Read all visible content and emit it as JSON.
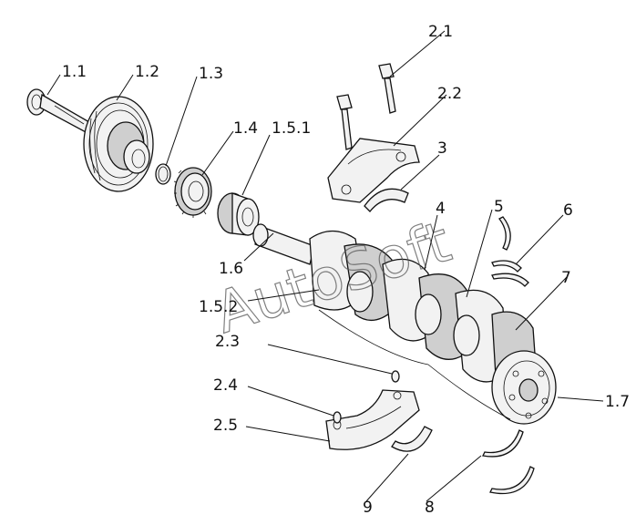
{
  "watermark": "AutoSoft",
  "callouts": {
    "c11": "1.1",
    "c12": "1.2",
    "c13": "1.3",
    "c14": "1.4",
    "c151": "1.5.1",
    "c152": "1.5.2",
    "c16": "1.6",
    "c17": "1.7",
    "c21": "2.1",
    "c22": "2.2",
    "c23": "2.3",
    "c24": "2.4",
    "c25": "2.5",
    "c3": "3",
    "c4": "4",
    "c5": "5",
    "c6": "6",
    "c7": "7",
    "c8": "8",
    "c9": "9"
  }
}
